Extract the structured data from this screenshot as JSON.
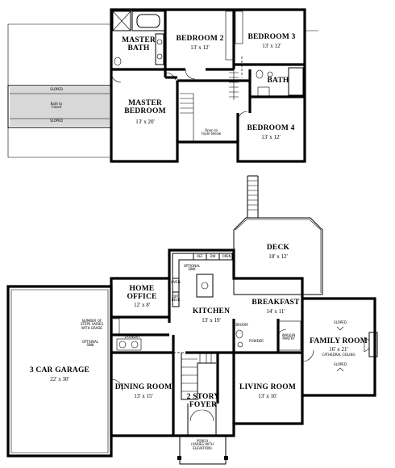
{
  "rooms": {
    "master_bath": {
      "name": "MASTER\nBATH"
    },
    "bedroom2": {
      "name": "BEDROOM 2",
      "dim": "13' x 12'"
    },
    "bedroom3": {
      "name": "BEDROOM 3",
      "dim": "13' x 12'"
    },
    "bath": {
      "name": "BATH"
    },
    "master_bedroom": {
      "name": "MASTER\nBEDROOM",
      "dim": "13' x 20'"
    },
    "bedroom4": {
      "name": "BEDROOM 4",
      "dim": "13' x 12'"
    },
    "open_to_foyer": {
      "name": "Open to\nFoyer Below"
    },
    "attic": {
      "sloped_top": "SLOPED",
      "sloped_bottom": "SLOPED",
      "note": "Bath to\nCloset"
    },
    "deck": {
      "name": "DECK",
      "dim": "18' x 12'"
    },
    "home_office": {
      "name": "HOME\nOFFICE",
      "dim": "12' x 8'"
    },
    "kitchen": {
      "name": "KITCHEN",
      "dim": "13' x 19'"
    },
    "breakfast": {
      "name": "BREAKFAST",
      "dim": "14' x 11'"
    },
    "family_room": {
      "name": "FAMILY ROOM",
      "dim": "16' x 21'",
      "note": "CATHEDRAL CEILING",
      "sloped_top": "SLOPED",
      "sloped_bottom": "SLOPED"
    },
    "garage": {
      "name": "3 CAR GARAGE",
      "dim": "22' x 30'"
    },
    "dining_room": {
      "name": "DINING ROOM",
      "dim": "13' x 15'"
    },
    "living_room": {
      "name": "LIVING ROOM",
      "dim": "13' x 16'"
    },
    "foyer": {
      "name": "2 STORY\nFOYER"
    },
    "porch": {
      "name": "PORCH\n(VARIES WITH\nELEVATION)"
    }
  },
  "notes": {
    "steps": "NUMBER OF\nSTEPS VARIES\nWITH GRADE",
    "optional_sink": "OPTIONAL\nSINK",
    "optional_sink2": "OPTIONAL\nSINK",
    "laundry": "LAUNDRY",
    "broom": "BROOM",
    "powder": "POWDER",
    "pantry": "WALK-IN\nPANTRY",
    "ref": "REF",
    "dw": "DW",
    "open": "OPEN",
    "opt": "OPT\nDESK",
    "oven": "OVEN"
  }
}
